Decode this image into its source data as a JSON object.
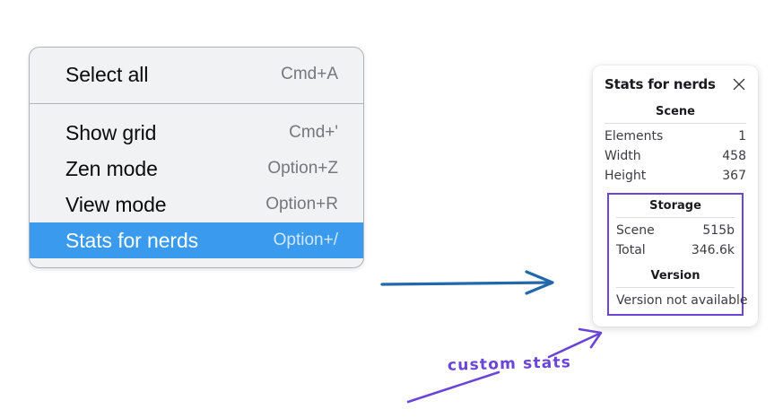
{
  "menu": {
    "sections": [
      {
        "items": [
          {
            "label": "Select all",
            "shortcut": "Cmd+A",
            "selected": false
          }
        ]
      },
      {
        "items": [
          {
            "label": "Show grid",
            "shortcut": "Cmd+'",
            "selected": false
          },
          {
            "label": "Zen mode",
            "shortcut": "Option+Z",
            "selected": false
          },
          {
            "label": "View mode",
            "shortcut": "Option+R",
            "selected": false
          },
          {
            "label": "Stats for nerds",
            "shortcut": "Option+/",
            "selected": true
          }
        ]
      }
    ],
    "highlight_color": "#3a9bee",
    "background_color": "#f1f2f4"
  },
  "stats_panel": {
    "title": "Stats for nerds",
    "close_icon": "close-icon",
    "groups": [
      {
        "heading": "Scene",
        "rows": [
          {
            "key": "Elements",
            "value": "1"
          },
          {
            "key": "Width",
            "value": "458"
          },
          {
            "key": "Height",
            "value": "367"
          }
        ]
      },
      {
        "heading": "Storage",
        "rows": [
          {
            "key": "Scene",
            "value": "515b"
          },
          {
            "key": "Total",
            "value": "346.6k"
          }
        ]
      },
      {
        "heading": "Version",
        "note": "Version not available"
      }
    ],
    "highlight_border_color": "#6a45d6"
  },
  "annotations": {
    "label": "custom stats",
    "label_color": "#6a45d6",
    "blue_arrow_color": "#2268ad"
  }
}
